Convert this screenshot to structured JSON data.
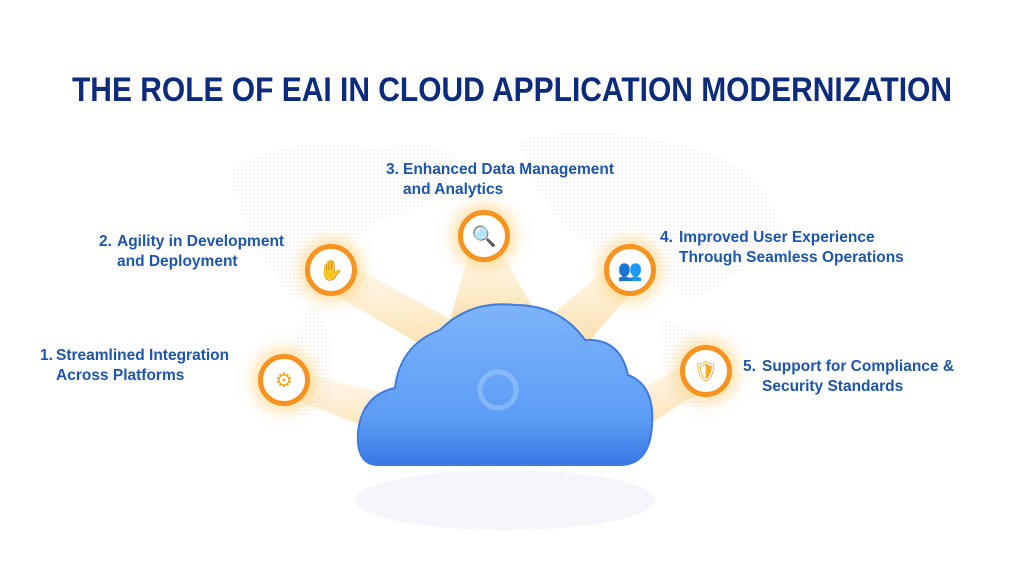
{
  "title": "THE ROLE OF EAI IN CLOUD APPLICATION MODERNIZATION",
  "colors": {
    "title": "#0b2b7c",
    "label": "#1b55ad",
    "ring": "#f7931e",
    "cloud": "#5b9cf5"
  },
  "items": [
    {
      "num": "1.",
      "line1": "Streamlined Integration",
      "line2": "Across Platforms",
      "icon": "integration-monitor-icon"
    },
    {
      "num": "2.",
      "line1": "Agility in Development",
      "line2": "and Deployment",
      "icon": "hands-gear-document-icon"
    },
    {
      "num": "3.",
      "line1": "Enhanced Data Management",
      "line2": "and Analytics",
      "icon": "document-search-icon"
    },
    {
      "num": "4.",
      "line1": "Improved User Experience",
      "line2": "Through Seamless Operations",
      "icon": "users-icon"
    },
    {
      "num": "5.",
      "line1": "Support for Compliance &",
      "line2": "Security Standards",
      "icon": "shield-lock-icon"
    }
  ]
}
